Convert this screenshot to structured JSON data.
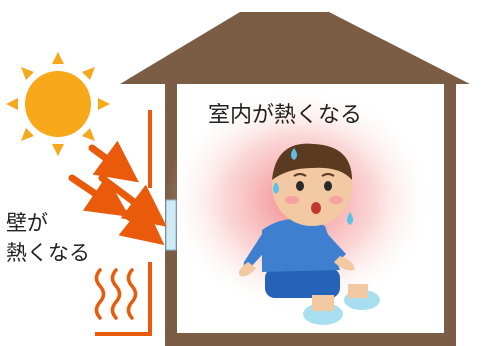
{
  "room_caption": "室内が熱くなる",
  "wall_caption_line1": "壁が",
  "wall_caption_line2": "熱くなる",
  "colors": {
    "roof": "#7b5d45",
    "sun": "#f7a81b",
    "arrow": "#ea5a0b",
    "heat_glow": "#f27c7c",
    "shirt": "#3f7fcf",
    "shorts": "#2563b8"
  },
  "icons": [
    "sun-icon",
    "heat-arrow-icon",
    "heat-wave-icon",
    "sweat-drop-icon"
  ]
}
